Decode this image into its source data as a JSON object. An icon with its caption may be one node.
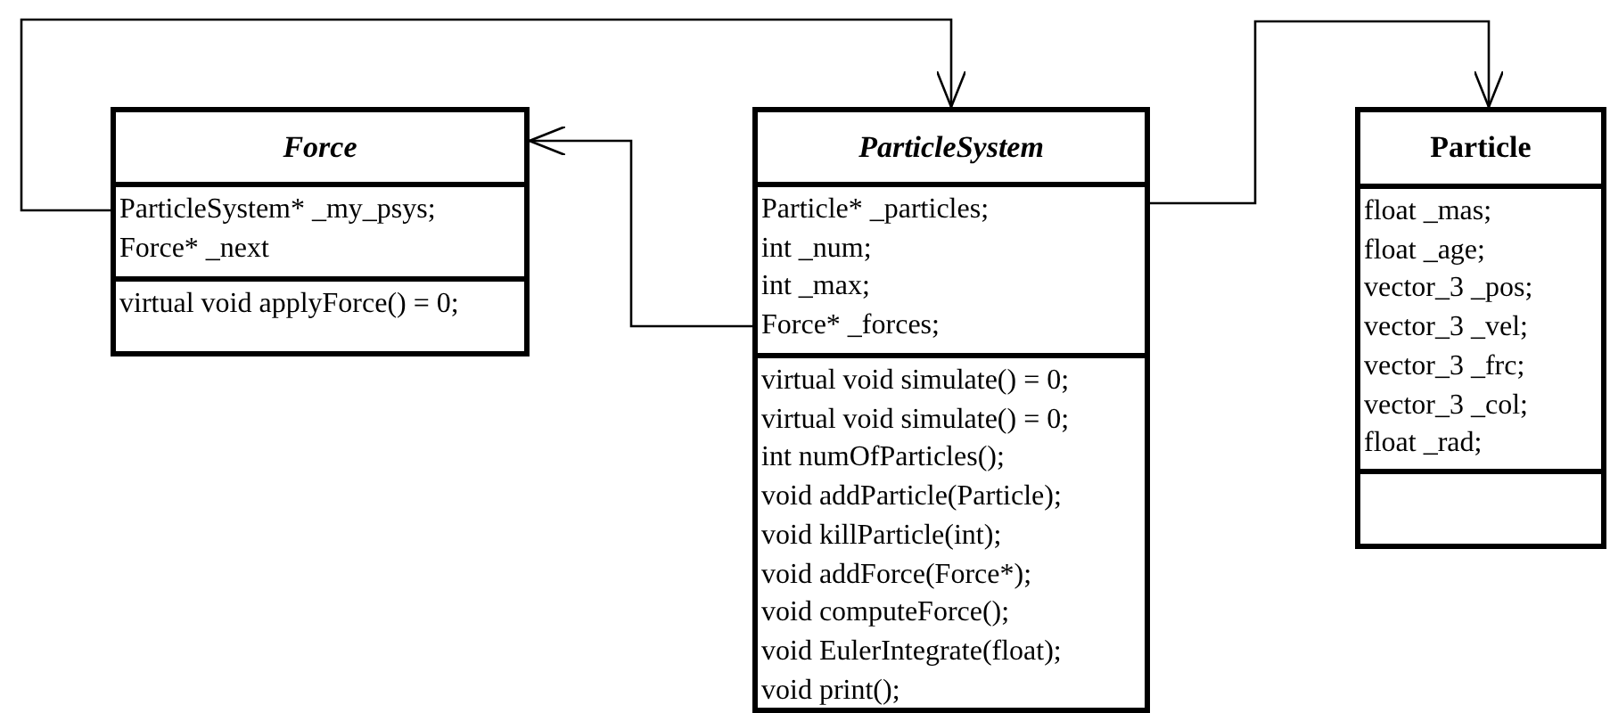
{
  "diagram": {
    "nodes": [
      {
        "text": [
          "Force"
        ]
      },
      {
        "text": [
          "ParticleSystem* _my_psys;",
          "Force* _next"
        ],
        "in": 0
      },
      {
        "text": [
          "virtual void applyForce() = 0;"
        ],
        "in": 0
      },
      {
        "text": [
          "ParticleSystem"
        ]
      },
      {
        "text": [
          "Particle* _particles;",
          "int _num;",
          "int _max;",
          "Force* _forces;"
        ],
        "in": 3
      },
      {
        "text": [
          "virtual void simulate() = 0;",
          "virtual void simulate() = 0;",
          "int numOfParticles();",
          "void addParticle(Particle);",
          "void killParticle(int);",
          "void addForce(Force*);",
          "void computeForce();",
          "void EulerIntegrate(float);",
          "void print();"
        ],
        "in": 3
      },
      {
        "text": [
          "Particle"
        ]
      },
      {
        "text": [
          "float _mas;",
          "float _age;",
          "vector_3 _pos;",
          "vector_3 _vel;",
          "vector_3 _frc;",
          "vector_3 _col;",
          "float _rad;"
        ],
        "in": 6
      },
      {
        "text": [],
        "shape": "box",
        "in": 6
      }
    ],
    "edges": [
      {
        "from": 1,
        "to": 3,
        "arrow": "to"
      },
      {
        "from": 4,
        "to": 0,
        "arrow": "to"
      },
      {
        "from": 4,
        "to": 6,
        "arrow": "to"
      }
    ]
  }
}
